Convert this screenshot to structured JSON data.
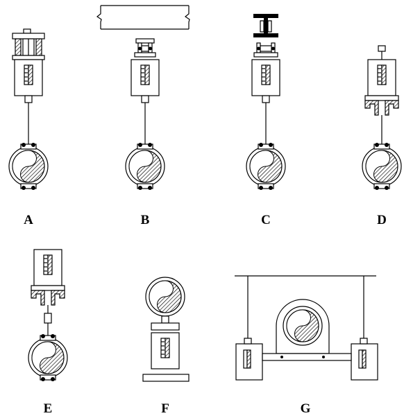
{
  "figure_labels": {
    "a": "A",
    "b": "B",
    "c": "C",
    "d": "D",
    "e": "E",
    "f": "F",
    "g": "G"
  },
  "icons": {
    "hanger": "spring-can-hanger-icon",
    "pipe": "pipe-section-icon",
    "clamp": "pipe-clamp-icon"
  }
}
